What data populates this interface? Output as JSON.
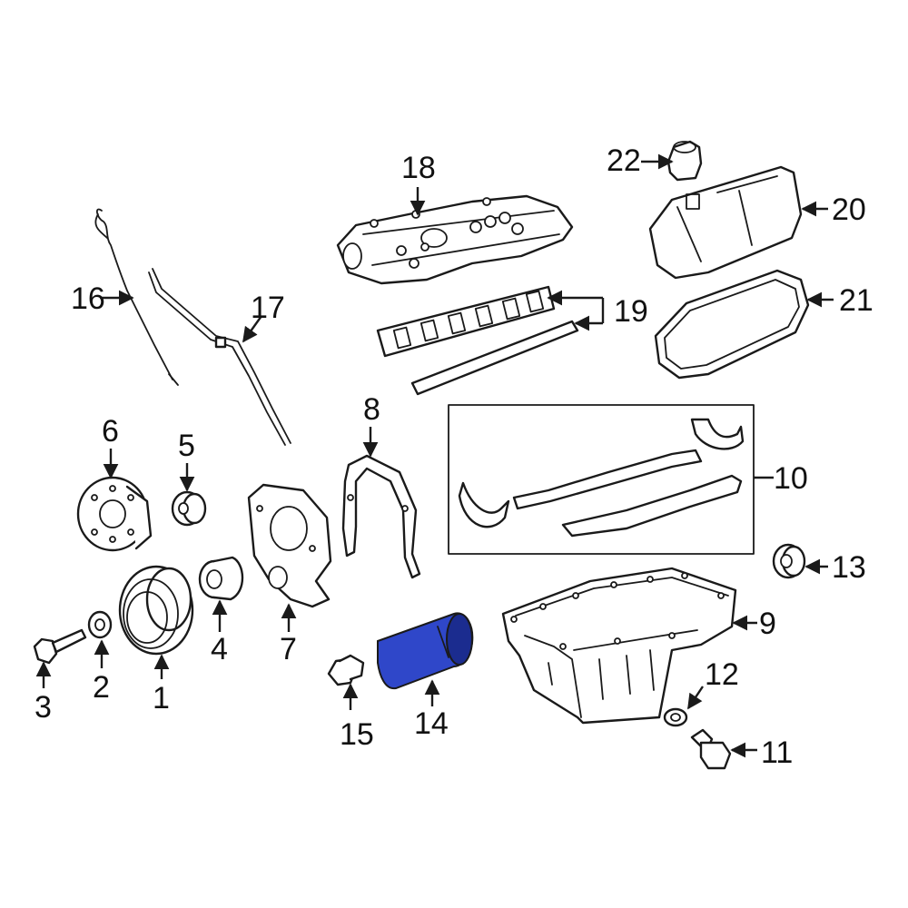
{
  "callouts": {
    "c1": "1",
    "c2": "2",
    "c3": "3",
    "c4": "4",
    "c5": "5",
    "c6": "6",
    "c7": "7",
    "c8": "8",
    "c9": "9",
    "c10": "10",
    "c11": "11",
    "c12": "12",
    "c13": "13",
    "c14": "14",
    "c15": "15",
    "c16": "16",
    "c17": "17",
    "c18": "18",
    "c19": "19",
    "c20": "20",
    "c21": "21",
    "c22": "22"
  },
  "colors": {
    "highlight": "#2f47c9",
    "highlight_dark": "#1b2c8f",
    "line": "#1a1a1a",
    "background": "#ffffff"
  }
}
